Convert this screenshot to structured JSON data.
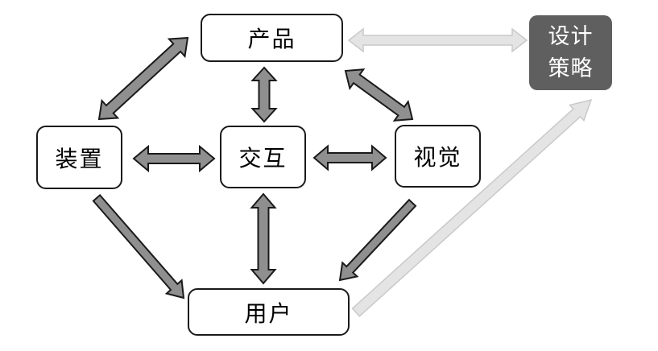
{
  "diagram": {
    "nodes": {
      "product": {
        "label": "产品"
      },
      "device": {
        "label": "装置"
      },
      "interaction": {
        "label": "交互"
      },
      "visual": {
        "label": "视觉"
      },
      "user": {
        "label": "用户"
      },
      "strategy": {
        "line1": "设计",
        "line2": "策略"
      }
    },
    "edges": [
      {
        "from": "产品",
        "to": "装置",
        "style": "dark",
        "direction": "bidirectional"
      },
      {
        "from": "产品",
        "to": "交互",
        "style": "dark",
        "direction": "bidirectional"
      },
      {
        "from": "产品",
        "to": "视觉",
        "style": "dark",
        "direction": "bidirectional"
      },
      {
        "from": "装置",
        "to": "交互",
        "style": "dark",
        "direction": "bidirectional"
      },
      {
        "from": "交互",
        "to": "视觉",
        "style": "dark",
        "direction": "bidirectional"
      },
      {
        "from": "装置",
        "to": "用户",
        "style": "dark",
        "direction": "one-way"
      },
      {
        "from": "交互",
        "to": "用户",
        "style": "dark",
        "direction": "bidirectional"
      },
      {
        "from": "视觉",
        "to": "用户",
        "style": "dark",
        "direction": "one-way"
      },
      {
        "from": "产品",
        "to": "设计策略",
        "style": "light",
        "direction": "bidirectional"
      },
      {
        "from": "用户",
        "to": "设计策略",
        "style": "light",
        "direction": "one-way"
      }
    ],
    "colors": {
      "page_bg": "#ffffff",
      "node_fill": "#ffffff",
      "node_border": "#1a1a1a",
      "strategy_fill": "#5f5f5f",
      "strategy_text": "#ffffff",
      "dark_arrow_fill": "#8f8f8f",
      "dark_arrow_stroke": "#1a1a1a",
      "light_arrow_fill": "#e4e4e4",
      "light_arrow_stroke": "#c9c9c9"
    }
  }
}
